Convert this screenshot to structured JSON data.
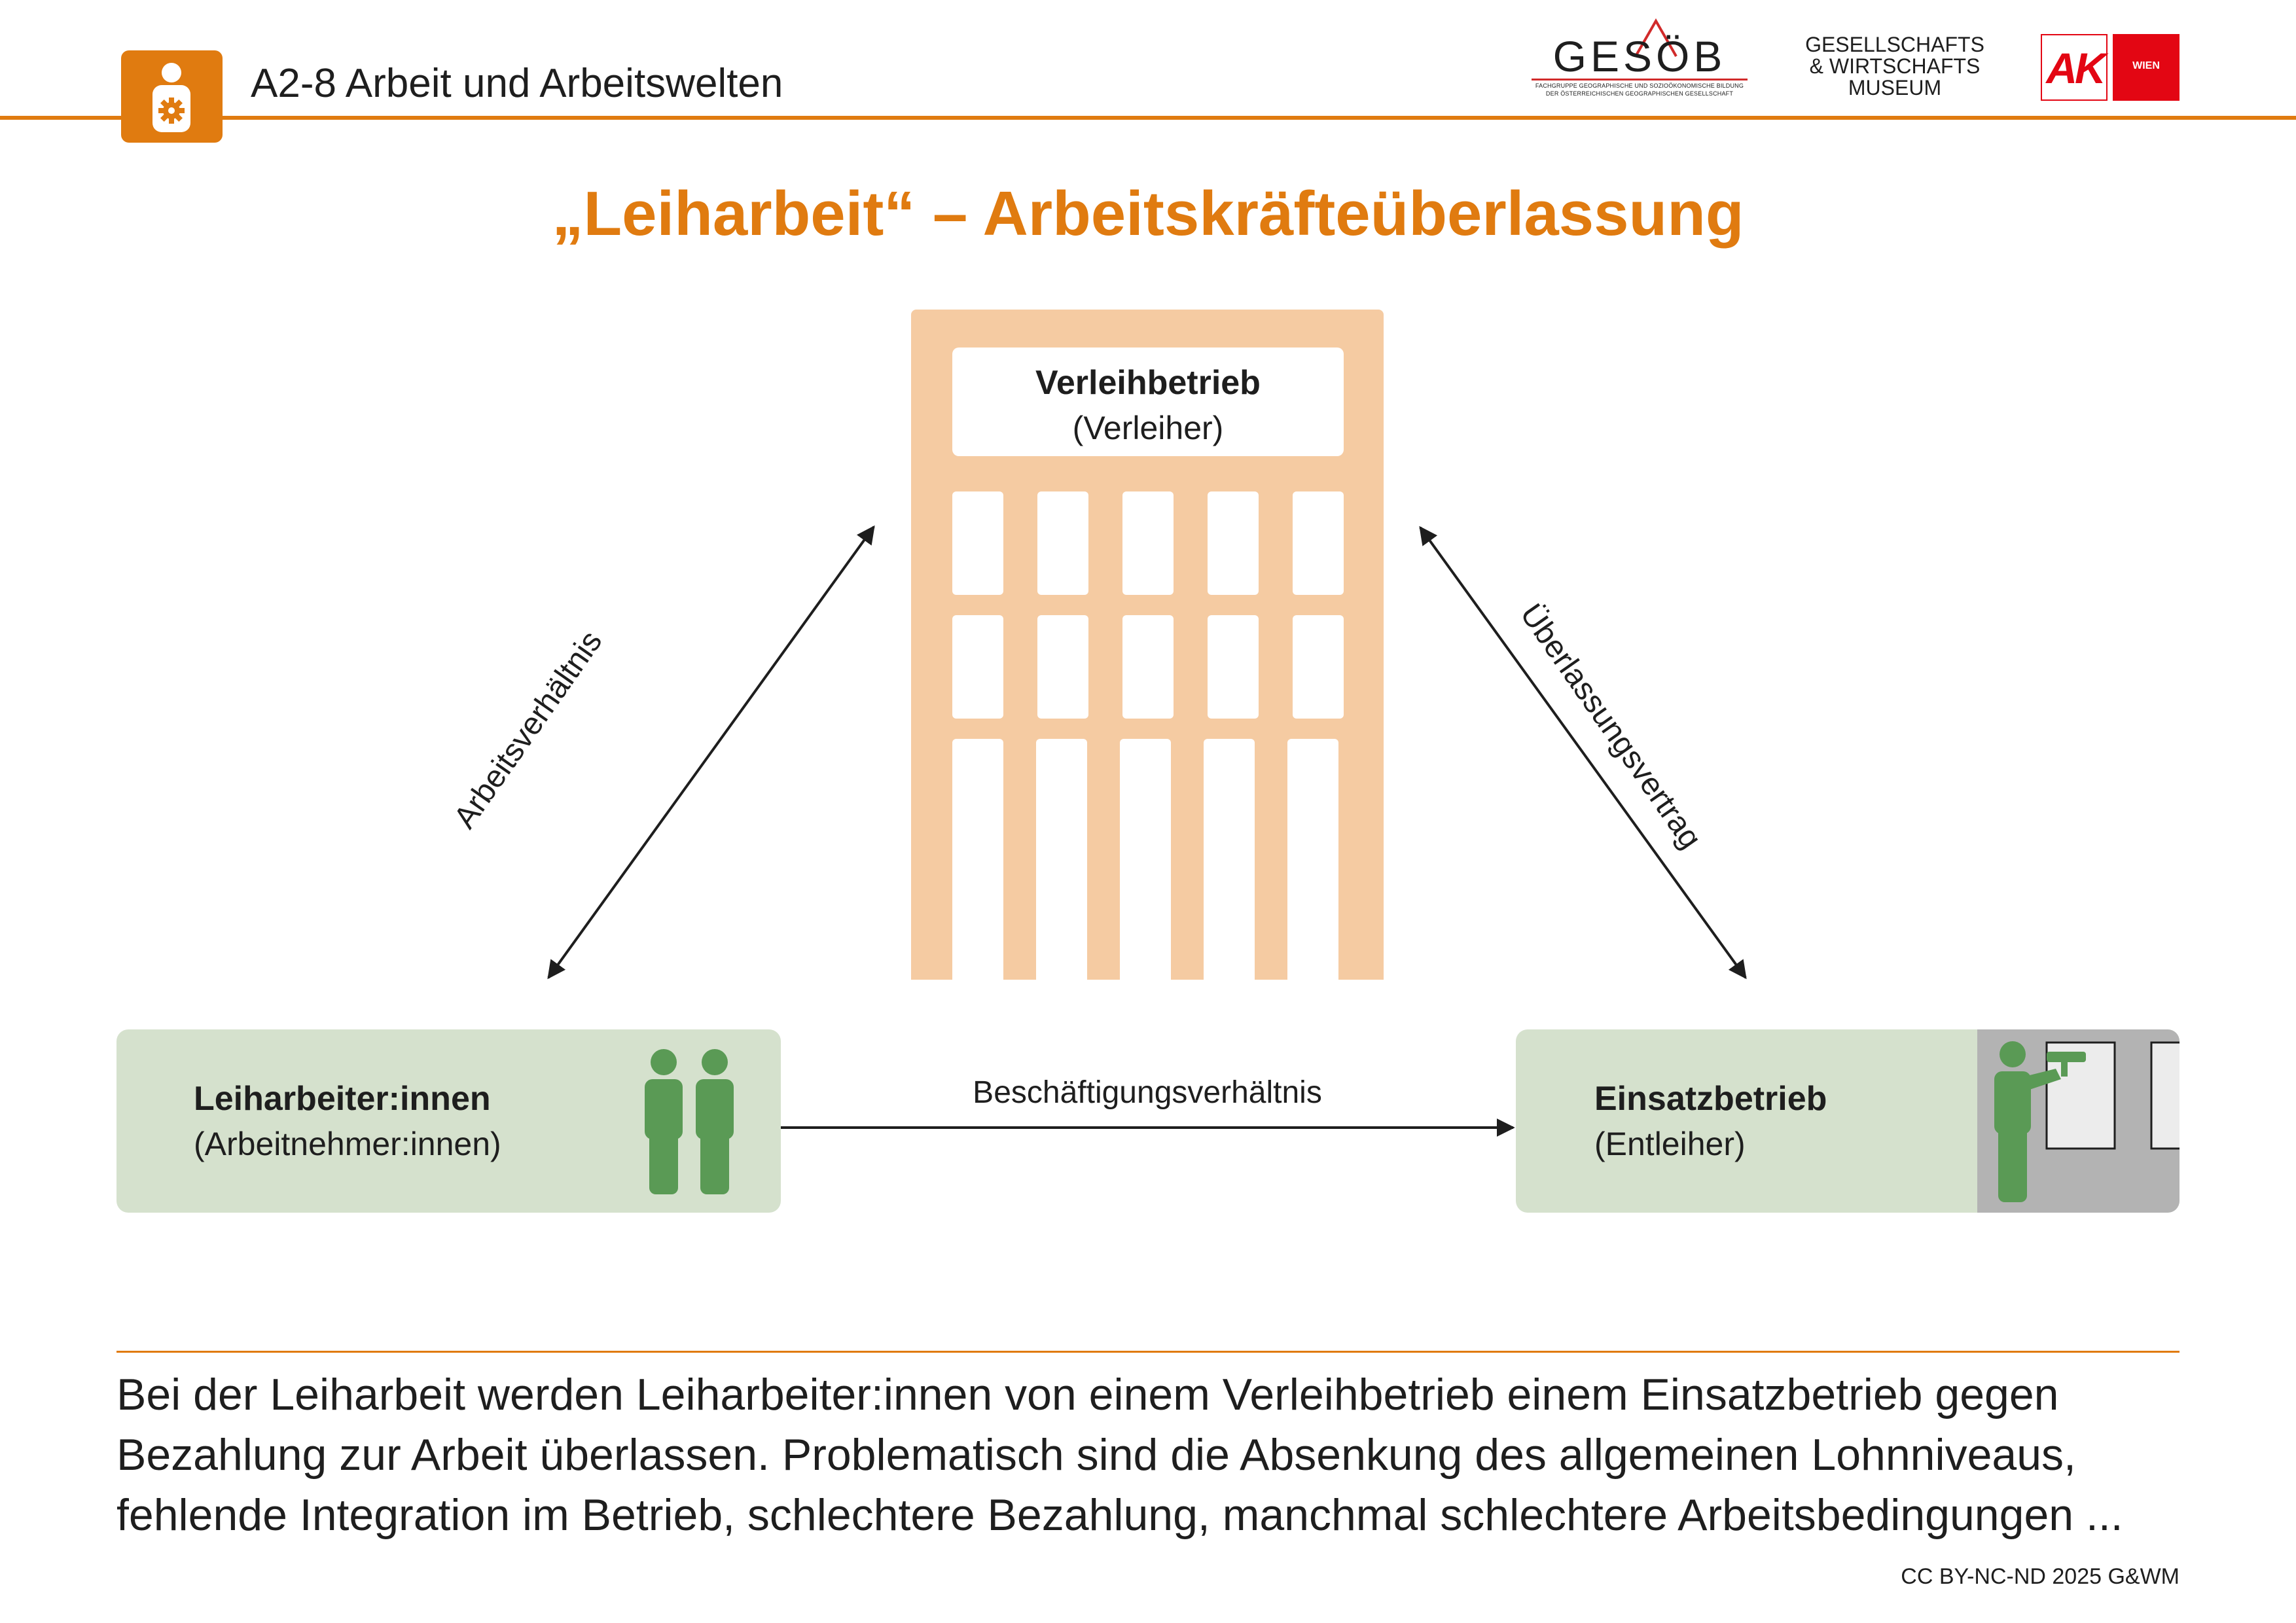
{
  "header": {
    "course_title": "A2-8 Arbeit und Arbeitswelten",
    "icon": "worker-gear-icon",
    "accent_color": "#e07b10"
  },
  "logos": {
    "gesoeb": {
      "word": "GESÖB",
      "sub1": "FACHGRUPPE GEOGRAPHISCHE UND SOZIOÖKONOMISCHE BILDUNG",
      "sub2": "DER ÖSTERREICHISCHEN GEOGRAPHISCHEN GESELLSCHAFT"
    },
    "gwm": {
      "line1": "GESELLSCHAFTS",
      "line2": "& WIRTSCHAFTS",
      "line3": "MUSEUM"
    },
    "ak": {
      "mark": "AK",
      "city": "WIEN",
      "color": "#e30613"
    }
  },
  "title": "„Leiharbeit“ – Arbeitskräfteüberlassung",
  "diagram": {
    "verleihbetrieb": {
      "name": "Verleihbetrieb",
      "sub": "(Verleiher)",
      "color": "#f5cba2"
    },
    "leiharbeiter": {
      "name": "Leiharbeiter:innen",
      "sub": "(Arbeitnehmer:innen)",
      "color": "#d5e1cd",
      "icon": "two-workers-icon"
    },
    "einsatzbetrieb": {
      "name": "Einsatzbetrieb",
      "sub": "(Entleiher)",
      "color": "#d5e1cd",
      "icon": "window-cleaner-icon"
    },
    "relations": {
      "arbeitsverhaeltnis": "Arbeitsverhältnis",
      "ueberlassungsvertrag": "Überlassungsvertrag",
      "beschaeftigungsverhaeltnis": "Beschäftigungsverhältnis"
    },
    "figure_color": "#5a9a55"
  },
  "footer": {
    "lines": [
      "Bei der Leiharbeit werden Leiharbeiter:innen von einem Verleihbetrieb einem Einsatzbetrieb gegen",
      "Bezahlung zur Arbeit überlassen. Problematisch sind die Absenkung des allgemeinen Lohnniveaus,",
      "fehlende Integration im Betrieb, schlechtere Bezahlung, manchmal schlechtere Arbeitsbedingungen ..."
    ],
    "copyright": "CC BY-NC-ND 2025 G&WM"
  }
}
